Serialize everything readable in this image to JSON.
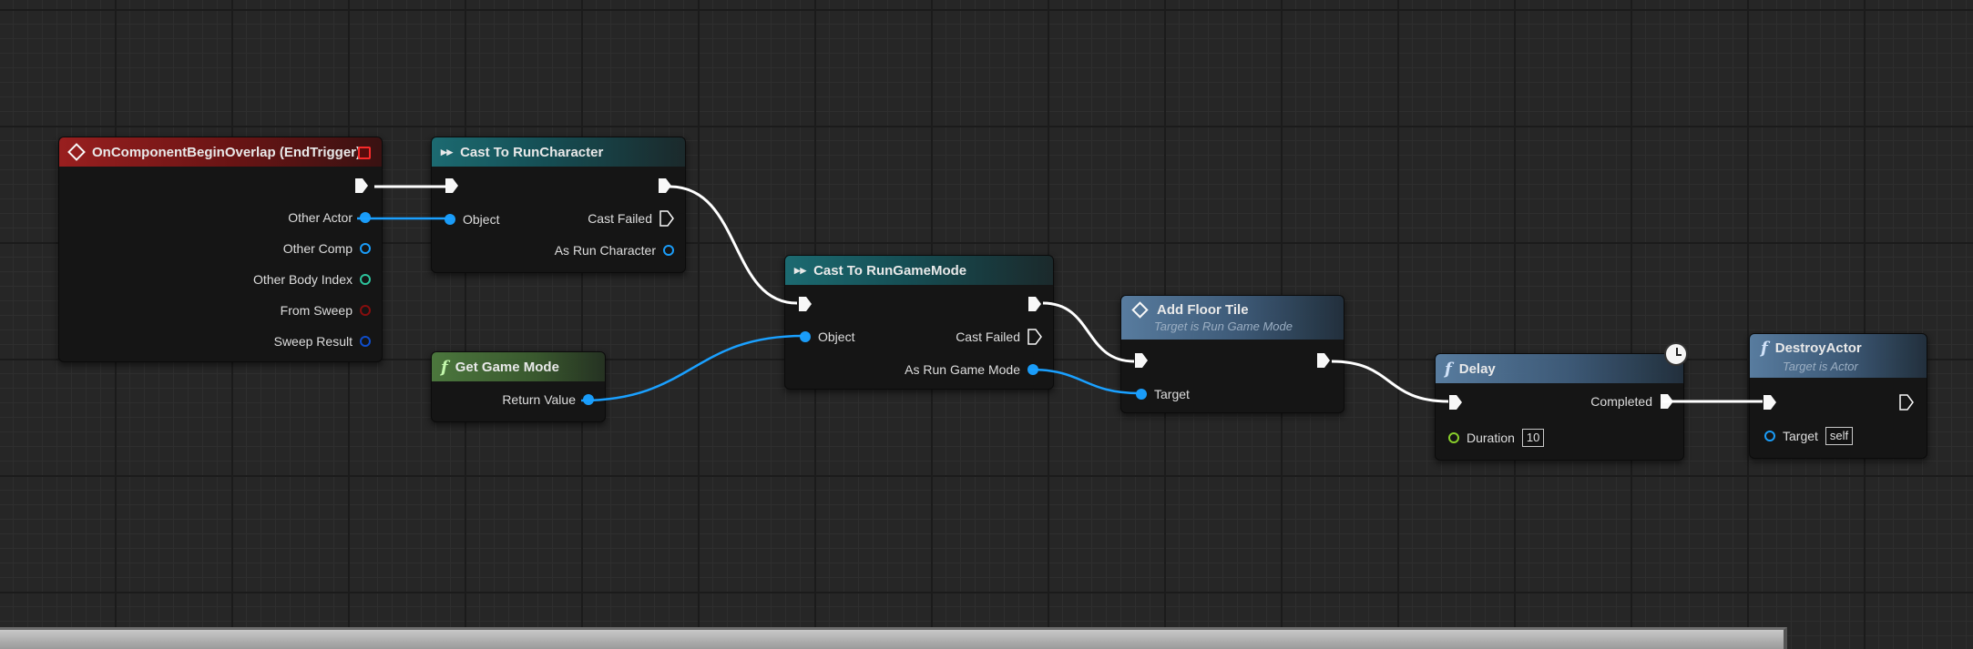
{
  "nodes": {
    "overlap_event": {
      "title": "OnComponentBeginOverlap (EndTrigger)",
      "pins": [
        "Other Actor",
        "Other Comp",
        "Other Body Index",
        "From Sweep",
        "Sweep Result"
      ]
    },
    "cast_run_character": {
      "title": "Cast To RunCharacter",
      "object_label": "Object",
      "cast_failed_label": "Cast Failed",
      "as_label": "As Run Character"
    },
    "get_game_mode": {
      "title": "Get Game Mode",
      "return_label": "Return Value"
    },
    "cast_run_game_mode": {
      "title": "Cast To RunGameMode",
      "object_label": "Object",
      "cast_failed_label": "Cast Failed",
      "as_label": "As Run Game Mode"
    },
    "add_floor_tile": {
      "title": "Add Floor Tile",
      "subtitle": "Target is Run Game Mode",
      "target_label": "Target"
    },
    "delay": {
      "title": "Delay",
      "completed_label": "Completed",
      "duration_label": "Duration",
      "duration_value": "10"
    },
    "destroy_actor": {
      "title": "DestroyActor",
      "subtitle": "Target is Actor",
      "target_label": "Target",
      "target_value": "self"
    }
  },
  "colors": {
    "exec_wire": "#ffffff",
    "object_wire": "#1aa0ff",
    "event_header": "#9d1f1f",
    "cast_header": "#1c6d74",
    "pure_header": "#4d7a3e",
    "function_header": "#5a7fa3"
  },
  "icons": {
    "event": "event-diamond-icon",
    "cast": "cast-arrow-icon",
    "function": "function-f-icon",
    "latent": "clock-icon"
  }
}
